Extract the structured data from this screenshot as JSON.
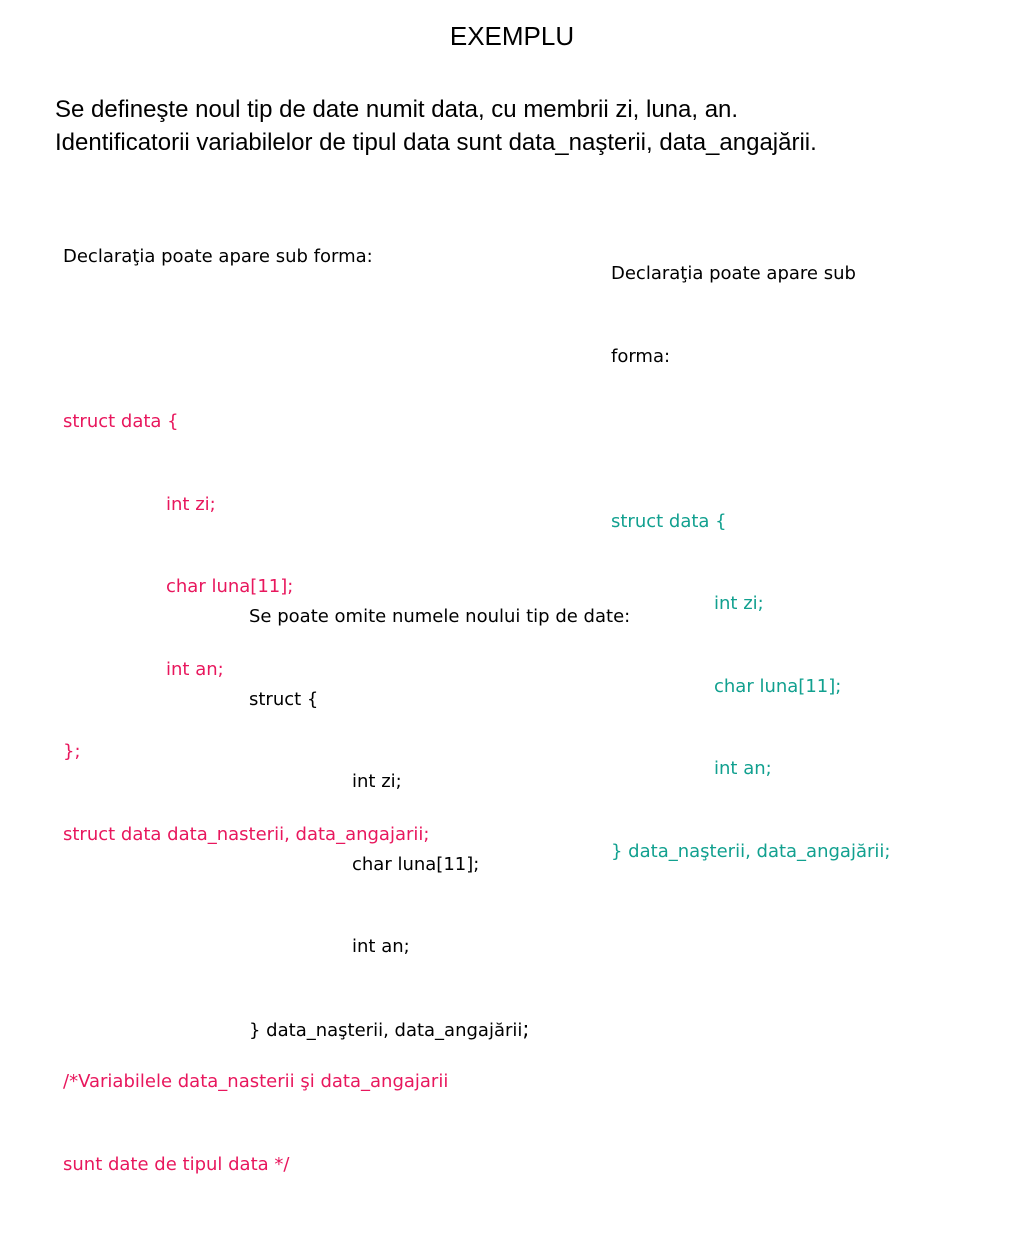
{
  "title": "EXEMPLU",
  "intro": {
    "line1": "Se defineşte noul tip de date numit data, cu membrii zi, luna, an.",
    "line2": "Identificatorii variabilelor de tipul data sunt data_naşterii, data_angajării."
  },
  "left_block": {
    "heading": "Declaraţia poate apare sub forma:",
    "code": {
      "l1": "struct data {",
      "l2": "int zi;",
      "l3": "char luna[11];",
      "l4": "int an;",
      "l5": "};",
      "l6": "struct data data_nasterii, data_angajarii;"
    },
    "comment": {
      "l1": "/*Variabilele data_nasterii şi data_angajarii",
      "l2": "sunt date de tipul data */"
    }
  },
  "right_block": {
    "heading_l1": "Declaraţia poate apare sub",
    "heading_l2": "forma:",
    "code": {
      "l1": "struct data {",
      "l2": "int zi;",
      "l3": "char luna[11];",
      "l4": "int an;",
      "l5": "} data_naşterii, data_angajării;"
    }
  },
  "bottom_block": {
    "heading": "Se poate omite numele noului tip de date:",
    "code": {
      "l1": "struct {",
      "l2": "int zi;",
      "l3": "char luna[11];",
      "l4": "int an;",
      "l5": "} data_naşterii, data_angajării",
      "l5_end": ";"
    }
  },
  "colors": {
    "code_left": "#e8175d",
    "code_right": "#11a08f",
    "text": "#000000"
  }
}
